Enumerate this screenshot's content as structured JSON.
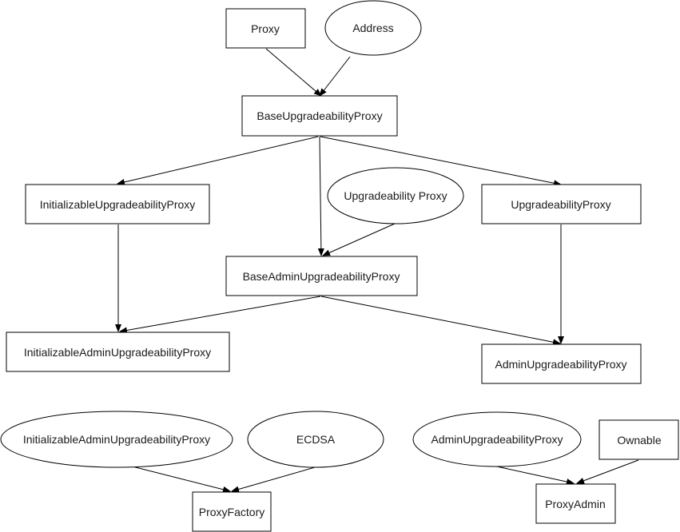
{
  "nodes": {
    "proxy": {
      "label": "Proxy",
      "shape": "rect"
    },
    "address": {
      "label": "Address",
      "shape": "ellipse"
    },
    "base_upg": {
      "label": "BaseUpgradeabilityProxy",
      "shape": "rect"
    },
    "init_upg": {
      "label": "InitializableUpgradeabilityProxy",
      "shape": "rect"
    },
    "upg_proxy_ell": {
      "label": "Upgradeability Proxy",
      "shape": "ellipse"
    },
    "upg": {
      "label": "UpgradeabilityProxy",
      "shape": "rect"
    },
    "base_admin": {
      "label": "BaseAdminUpgradeabilityProxy",
      "shape": "rect"
    },
    "init_admin": {
      "label": "InitializableAdminUpgradeabilityProxy",
      "shape": "rect"
    },
    "admin_upg": {
      "label": "AdminUpgradeabilityProxy",
      "shape": "rect"
    },
    "init_admin_ell": {
      "label": "InitializableAdminUpgradeabilityProxy",
      "shape": "ellipse"
    },
    "ecdsa": {
      "label": "ECDSA",
      "shape": "ellipse"
    },
    "proxy_factory": {
      "label": "ProxyFactory",
      "shape": "rect"
    },
    "admin_upg_ell": {
      "label": "AdminUpgradeabilityProxy",
      "shape": "ellipse"
    },
    "ownable": {
      "label": "Ownable",
      "shape": "rect"
    },
    "proxy_admin": {
      "label": "ProxyAdmin",
      "shape": "rect"
    }
  },
  "edges": [
    [
      "proxy",
      "base_upg"
    ],
    [
      "address",
      "base_upg"
    ],
    [
      "base_upg",
      "init_upg"
    ],
    [
      "base_upg",
      "base_admin"
    ],
    [
      "base_upg",
      "upg"
    ],
    [
      "upg_proxy_ell",
      "base_admin"
    ],
    [
      "init_upg",
      "init_admin"
    ],
    [
      "base_admin",
      "init_admin"
    ],
    [
      "base_admin",
      "admin_upg"
    ],
    [
      "upg",
      "admin_upg"
    ],
    [
      "init_admin_ell",
      "proxy_factory"
    ],
    [
      "ecdsa",
      "proxy_factory"
    ],
    [
      "admin_upg_ell",
      "proxy_admin"
    ],
    [
      "ownable",
      "proxy_admin"
    ]
  ],
  "colors": {
    "stroke": "#000000",
    "fill": "#ffffff",
    "text": "#1a1a1a"
  }
}
